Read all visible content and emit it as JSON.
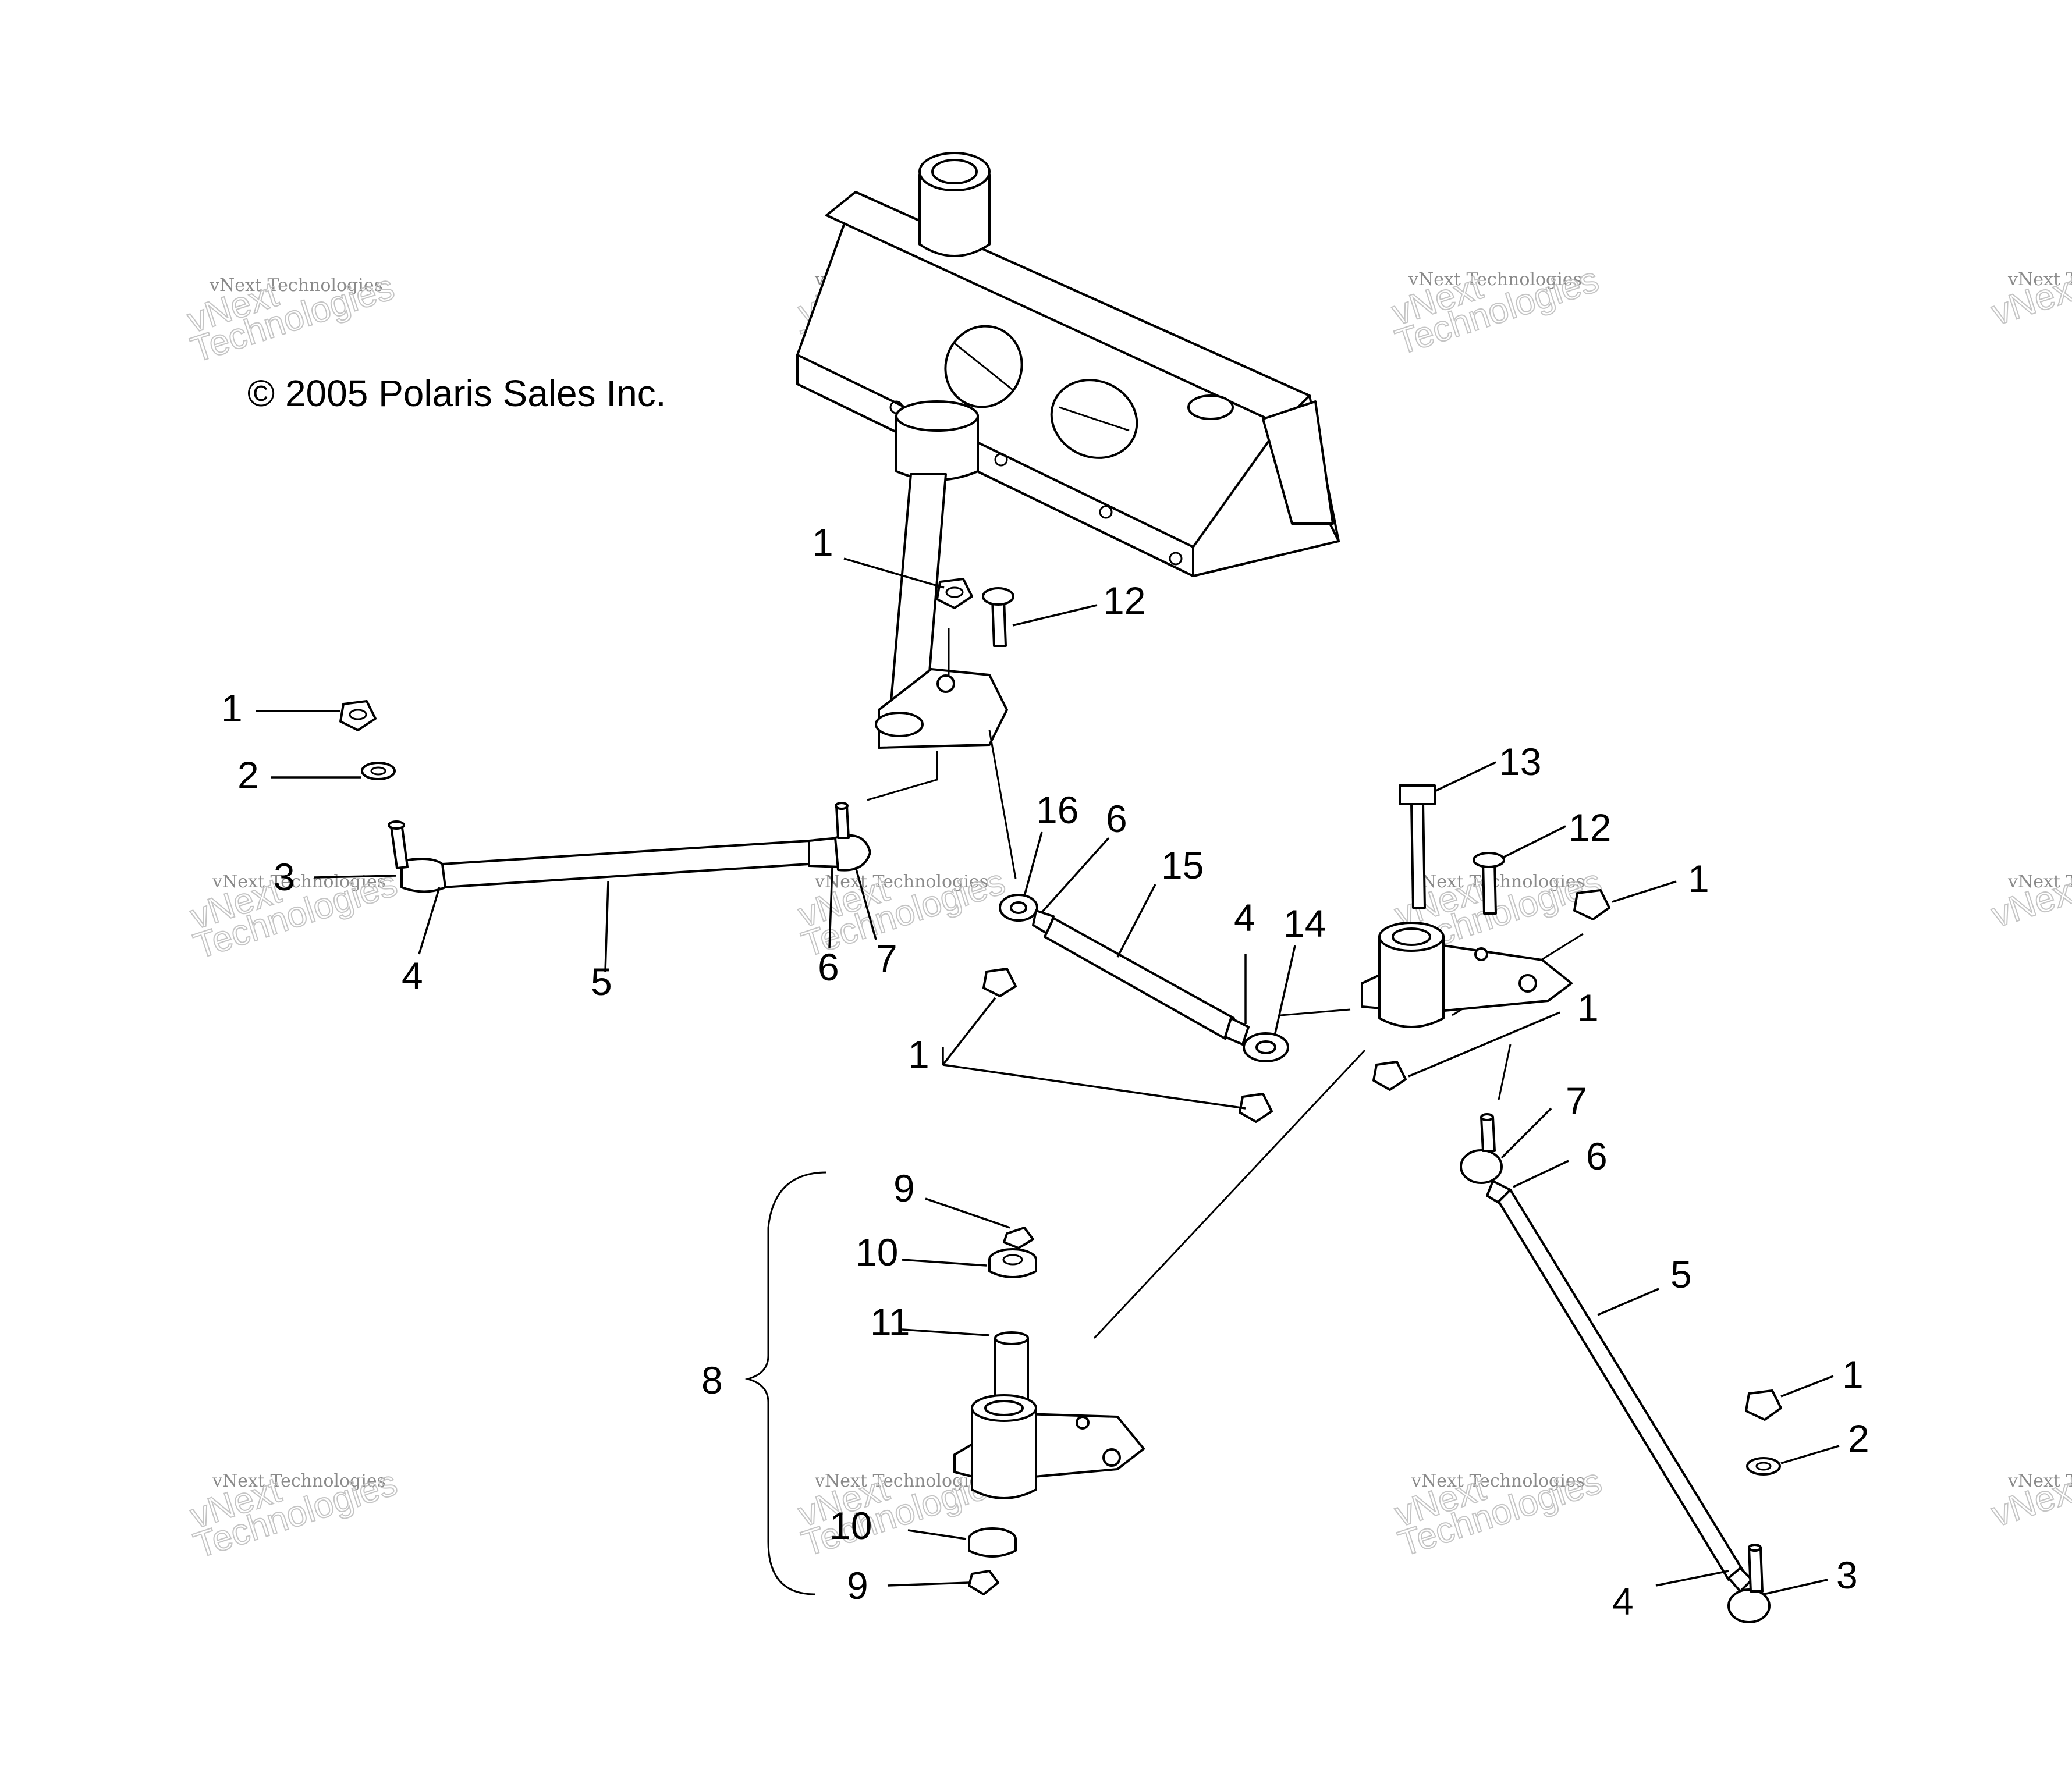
{
  "copyright": "© 2005 Polaris Sales Inc.",
  "watermark": {
    "line1": "vNext Technologies",
    "line2a": "vNext",
    "line2b": "Technologies"
  },
  "callouts": [
    "1",
    "12",
    "1",
    "2",
    "3",
    "4",
    "5",
    "6",
    "7",
    "16",
    "6",
    "15",
    "4",
    "14",
    "13",
    "12",
    "1",
    "1",
    "1",
    "7",
    "6",
    "5",
    "9",
    "10",
    "11",
    "8",
    "10",
    "9",
    "1",
    "2",
    "3",
    "4"
  ]
}
